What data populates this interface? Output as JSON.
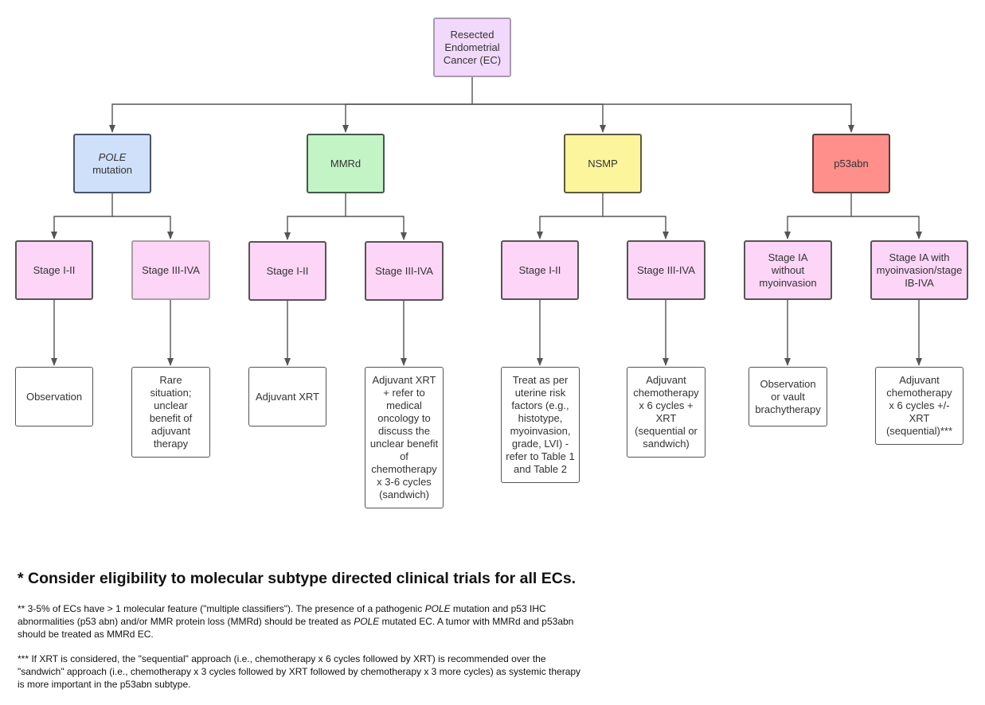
{
  "root": {
    "label": "Resected Endometrial Cancer (EC)"
  },
  "subtypes": [
    {
      "name_em": "POLE",
      "name_rest": " mutation"
    },
    {
      "name_em": "",
      "name_rest": "MMRd"
    },
    {
      "name_em": "",
      "name_rest": "NSMP"
    },
    {
      "name_em": "",
      "name_rest": "p53abn"
    }
  ],
  "stages": [
    "Stage I-II",
    "Stage III-IVA",
    "Stage I-II",
    "Stage III-IVA",
    "Stage I-II",
    "Stage III-IVA",
    "Stage IA without myoinvasion",
    "Stage IA with myoinvasion/stage IB-IVA"
  ],
  "treatments": [
    "Observation",
    "Rare situation; unclear benefit of adjuvant therapy",
    "Adjuvant XRT",
    "Adjuvant XRT + refer to medical oncology to discuss the unclear benefit of chemotherapy x 3-6 cycles (sandwich)",
    "Treat as per uterine risk factors (e.g., histotype, myoinvasion, grade, LVI) - refer to Table 1 and Table 2",
    "Adjuvant chemotherapy x 6 cycles + XRT (sequential or sandwich)",
    "Observation or vault brachytherapy",
    "Adjuvant chemotherapy x 6 cycles +/- XRT (sequential)***"
  ],
  "notes": {
    "note1": "* Consider eligibility to molecular subtype directed clinical trials for all ECs.",
    "note2_a": "** 3-5% of ECs have > 1 molecular feature (\"multiple classifiers\"). The presence of a pathogenic ",
    "note2_em1": "POLE",
    "note2_b": " mutation and p53 IHC abnormalities (p53 abn) and/or MMR protein loss (MMRd) should be treated as ",
    "note2_em2": "POLE",
    "note2_c": " mutated EC. A tumor with MMRd and p53abn should be treated as MMRd EC.",
    "note3": "*** If XRT is considered, the \"sequential\" approach (i.e., chemotherapy x 6 cycles followed by XRT) is recommended over the \"sandwich\" approach (i.e., chemotherapy x 3 cycles followed by XRT followed by chemotherapy x 3 more cycles) as systemic therapy is more important in the p53abn subtype."
  }
}
